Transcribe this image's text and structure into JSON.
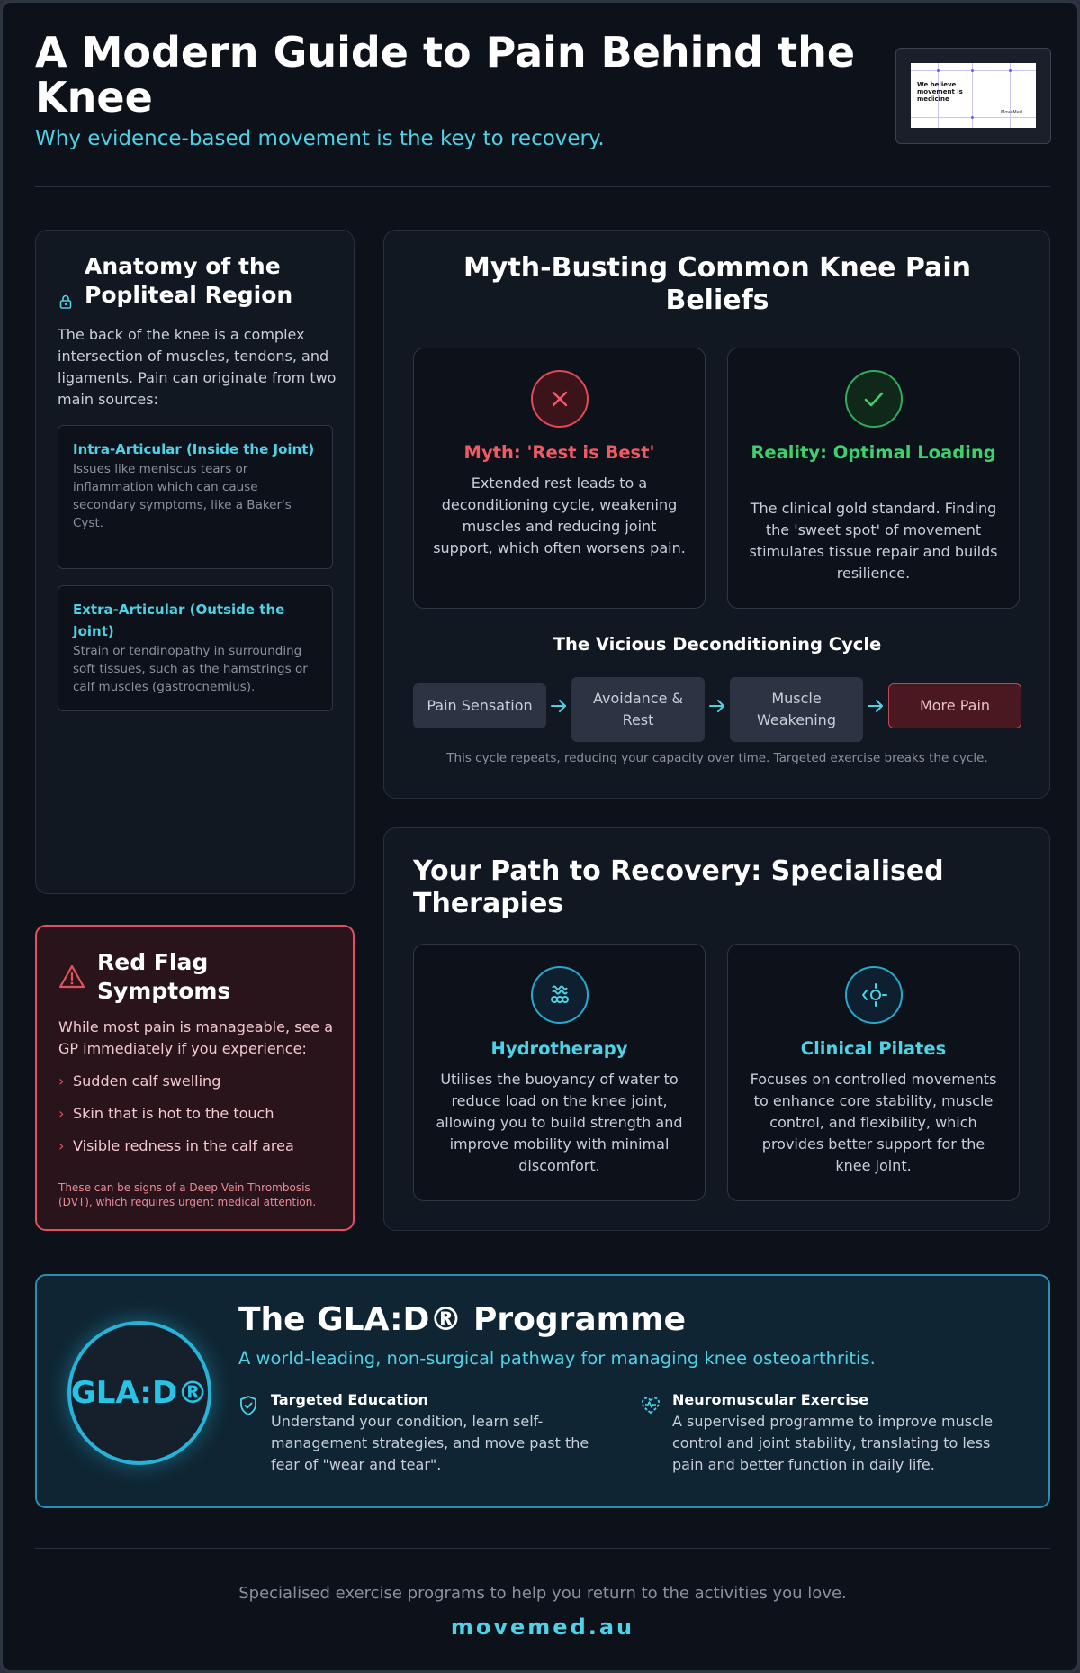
{
  "header": {
    "title": "A Modern Guide to Pain Behind the Knee",
    "subtitle": "Why evidence-based movement is the key to recovery.",
    "thumbnail_text": "We believe movement is medicine",
    "thumbnail_brand": "MoveMed"
  },
  "anatomy": {
    "title": "Anatomy of the Popliteal Region",
    "description": "The back of the knee is a complex intersection of muscles, tendons, and ligaments. Pain can originate from two main sources:",
    "sources": [
      {
        "title": "Intra-Articular (Inside the Joint)",
        "text": "Issues like meniscus tears or inflammation which can cause secondary symptoms, like a Baker's Cyst."
      },
      {
        "title": "Extra-Articular (Outside the Joint)",
        "text": "Strain or tendinopathy in surrounding soft tissues, such as the hamstrings or calf muscles (gastrocnemius)."
      }
    ]
  },
  "red_flags": {
    "title": "Red Flag Symptoms",
    "description": "While most pain is manageable, see a GP immediately if you experience:",
    "items": [
      "Sudden calf swelling",
      "Skin that is hot to the touch",
      "Visible redness in the calf area"
    ],
    "note": "These can be signs of a Deep Vein Thrombosis (DVT), which requires urgent medical attention."
  },
  "myth": {
    "title": "Myth-Busting Common Knee Pain Beliefs",
    "myth_title": "Myth: 'Rest is Best'",
    "myth_text": "Extended rest leads to a deconditioning cycle, weakening muscles and reducing joint support, which often worsens pain.",
    "reality_title": "Reality: Optimal Loading",
    "reality_text": "The clinical gold standard. Finding the 'sweet spot' of movement stimulates tissue repair and builds resilience.",
    "cycle_title": "The Vicious Deconditioning Cycle",
    "cycle_steps": [
      "Pain Sensation",
      "Avoidance & Rest",
      "Muscle Weakening",
      "More Pain"
    ],
    "cycle_note": "This cycle repeats, reducing your capacity over time. Targeted exercise breaks the cycle."
  },
  "path": {
    "title": "Your Path to Recovery: Specialised Therapies",
    "therapies": [
      {
        "title": "Hydrotherapy",
        "text": "Utilises the buoyancy of water to reduce load on the knee joint, allowing you to build strength and improve mobility with minimal discomfort."
      },
      {
        "title": "Clinical Pilates",
        "text": "Focuses on controlled movements to enhance core stability, muscle control, and flexibility, which provides better support for the knee joint."
      }
    ]
  },
  "glad": {
    "logo": "GLA:D®",
    "title": "The GLA:D® Programme",
    "subtitle": "A world-leading, non-surgical pathway for managing knee osteoarthritis.",
    "features": [
      {
        "title": "Targeted Education",
        "text": "Understand your condition, learn self-management strategies, and move past the fear of \"wear and tear\"."
      },
      {
        "title": "Neuromuscular Exercise",
        "text": "A supervised programme to improve muscle control and joint stability, translating to less pain and better function in daily life."
      }
    ]
  },
  "footer": {
    "text": "Specialised exercise programs to help you return to the activities you love.",
    "url": "movemed.au"
  },
  "colors": {
    "accent": "#4fd1e6",
    "myth": "#f05a64",
    "reality": "#3ecf6e",
    "alert": "#e05260"
  }
}
